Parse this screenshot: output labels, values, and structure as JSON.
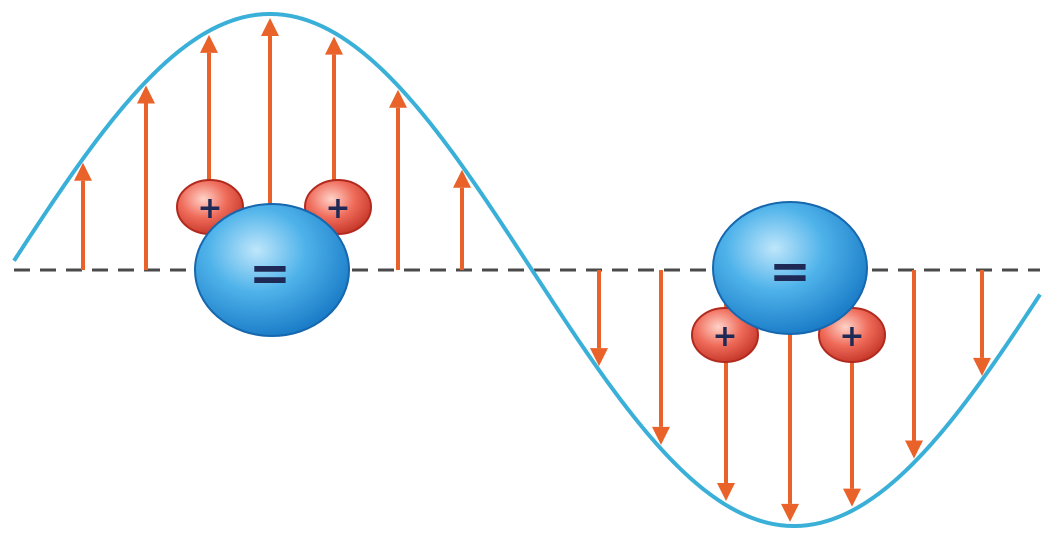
{
  "colors": {
    "wave": "#3ab0d8",
    "arrow": "#e8622a",
    "baseline": "#4a4a4a",
    "negative_fill": "#2b93d6",
    "positive_fill": "#e04a3c",
    "sign_text": "#1e2a55"
  },
  "symbols": {
    "negative": "=",
    "positive": "+"
  },
  "molecules": [
    {
      "position": "left-crest",
      "orientation": "hydrogens-up"
    },
    {
      "position": "right-trough",
      "orientation": "hydrogens-down"
    }
  ]
}
